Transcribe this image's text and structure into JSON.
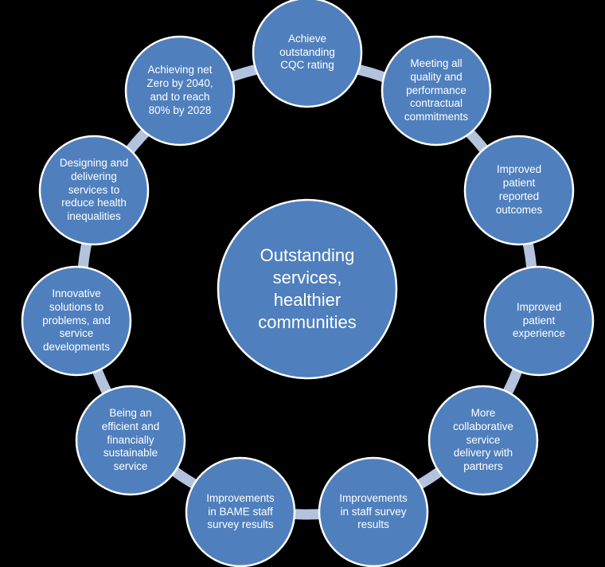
{
  "colors": {
    "background": "#000000",
    "ring": "#b4c3dd",
    "node_fill": "#4f7fbd",
    "node_stroke": "#ffffff",
    "text": "#ffffff"
  },
  "center": {
    "text": "Outstanding\nservices,\nhealthier\ncommunities"
  },
  "nodes": [
    {
      "id": "cqc",
      "text": "Achieve\noutstanding\nCQC rating"
    },
    {
      "id": "quality",
      "text": "Meeting all\nquality and\nperformance\ncontractual\ncommitments"
    },
    {
      "id": "outcomes",
      "text": "Improved\npatient\nreported\noutcomes"
    },
    {
      "id": "experience",
      "text": "Improved\npatient\nexperience"
    },
    {
      "id": "collaborative",
      "text": "More\ncollaborative\nservice\ndelivery with\npartners"
    },
    {
      "id": "staff-survey",
      "text": "Improvements\nin staff survey\nresults"
    },
    {
      "id": "bame",
      "text": "Improvements\nin BAME staff\nsurvey results"
    },
    {
      "id": "efficient",
      "text": "Being an\nefficient and\nfinancially\nsustainable\nservice"
    },
    {
      "id": "innovative",
      "text": "Innovative\nsolutions to\nproblems, and\nservice\ndevelopments"
    },
    {
      "id": "inequalities",
      "text": "Designing and\ndelivering\nservices to\nreduce health\ninequalities"
    },
    {
      "id": "net-zero",
      "text": "Achieving net\nZero by 2040,\nand to reach\n80% by 2028"
    }
  ]
}
